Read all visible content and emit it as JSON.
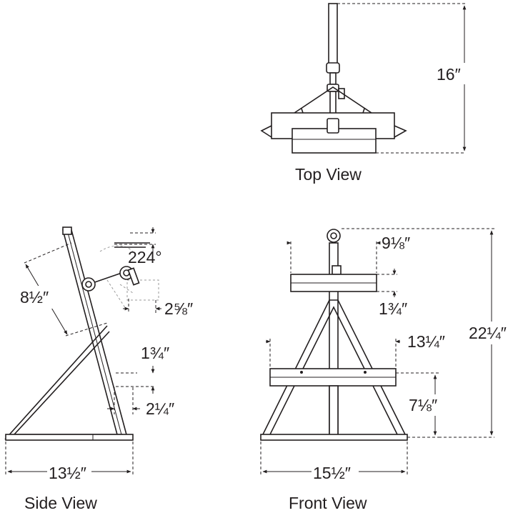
{
  "views": {
    "top": {
      "title": "Top View",
      "depth": "16″"
    },
    "side": {
      "title": "Side View",
      "angle": "224°",
      "arm_reach": "8½″",
      "head_offset": "2⅝″",
      "shelf_thickness": "1¾″",
      "shelf_gap": "2¼″",
      "base_depth": "13½″"
    },
    "front": {
      "title": "Front View",
      "top_shelf_width": "9⅛″",
      "top_shelf_thickness": "1¾″",
      "mid_shelf_width": "13¼″",
      "mid_shelf_height": "7⅛″",
      "overall_height": "22¼″",
      "base_width": "15½″"
    }
  },
  "colors": {
    "ink": "#231f20",
    "ghost": "#9a9a9a",
    "background": "#ffffff"
  }
}
